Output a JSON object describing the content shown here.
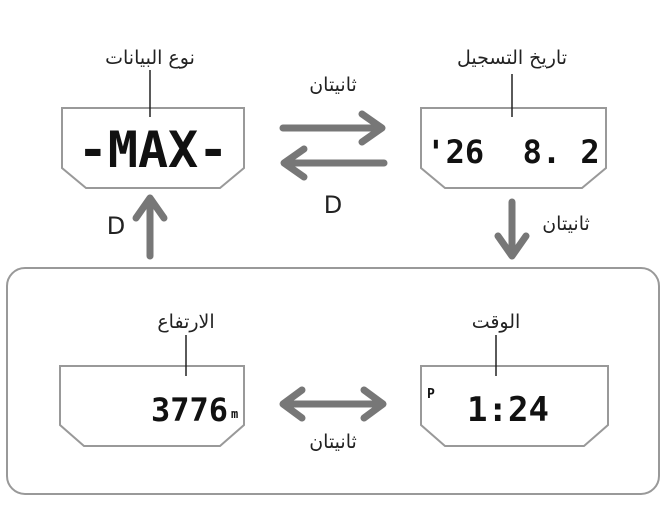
{
  "labels": {
    "data_type": "نوع البيانات",
    "record_date": "تاريخ التسجيل",
    "altitude": "الارتفاع",
    "time": "الوقت"
  },
  "transitions": {
    "top_right": "ثانيتان",
    "top_left": "D",
    "right_down": "ثانيتان",
    "left_up": "D",
    "bottom_both": "ثانيتان"
  },
  "displays": {
    "data_type": "-MAX-",
    "record_date": "'26  8. 2",
    "altitude_value": "3776",
    "altitude_unit": "m",
    "time_indicator": "P",
    "time_value": "1:24"
  },
  "colors": {
    "arrow": "#777777",
    "outline": "#999999",
    "line": "#222222"
  }
}
